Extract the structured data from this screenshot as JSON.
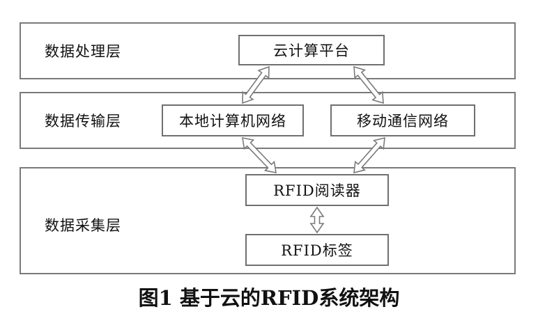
{
  "layers": {
    "processing": "数据处理层",
    "transmission": "数据传输层",
    "collection": "数据采集层"
  },
  "nodes": {
    "cloud": "云计算平台",
    "local_network": "本地计算机网络",
    "mobile_network": "移动通信网络",
    "reader": "RFID阅读器",
    "tag": "RFID标签"
  },
  "caption": "图1  基于云的RFID系统架构",
  "colors": {
    "border": "#7a7a7a",
    "text": "#111111",
    "background": "#ffffff"
  }
}
